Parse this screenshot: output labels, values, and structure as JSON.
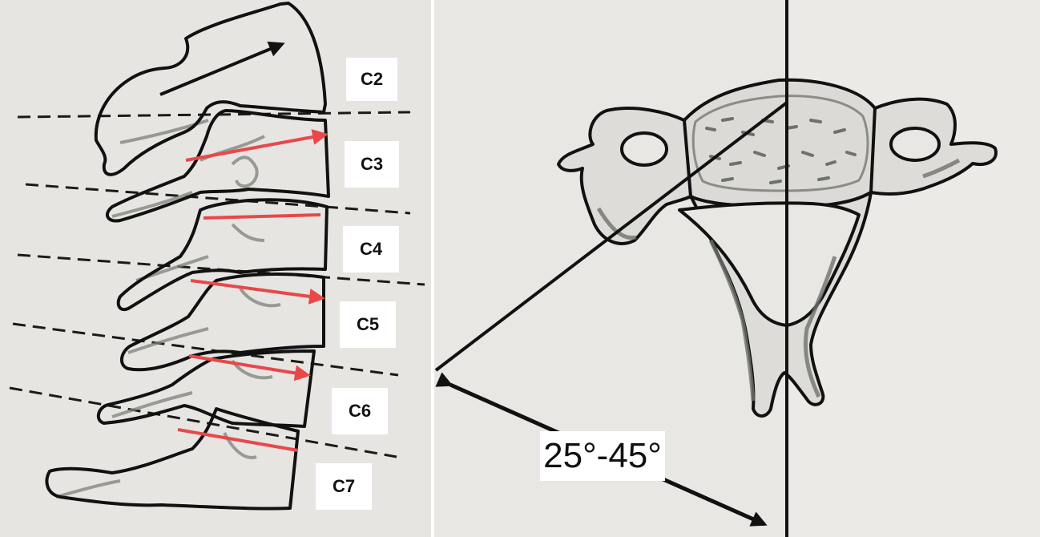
{
  "vertebra_labels": [
    "C2",
    "C3",
    "C4",
    "C5",
    "C6",
    "C7"
  ],
  "angle_label": "25°-45°",
  "colors": {
    "outline": "#111111",
    "red_line": "#e8484a",
    "shading": "#7d8079",
    "background": "#e8e6e3"
  }
}
